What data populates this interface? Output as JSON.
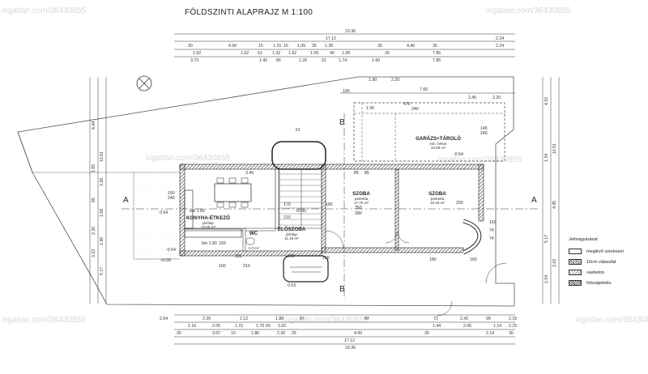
{
  "title": "FÖLDSZINTI ALAPRAJZ M 1:100",
  "watermark": "ingatlan.com/36430855",
  "rooms": {
    "kitchen": {
      "name": "KONYHA-ÉTKEZŐ",
      "floor": "járólap",
      "area": "19.88 m²"
    },
    "room1": {
      "name": "SZOBA",
      "floor": "parketta",
      "area": "17.76 m²"
    },
    "room2": {
      "name": "SZOBA",
      "floor": "parketta",
      "area": "19.29 m²"
    },
    "hall": {
      "name": "ELŐSZOBA",
      "floor": "járólap",
      "area": "11.15 m²"
    },
    "wc": {
      "name": "WC",
      "area": "2.0 m²"
    },
    "garage": {
      "name": "GARÁZS+TÁROLÓ",
      "floor": "sim. beton",
      "area": "34.69 m²"
    }
  },
  "section_marks": {
    "a": "A",
    "b": "B"
  },
  "dims_top": {
    "total1": "19.36",
    "sub1": "17.12",
    "r1c": "2.24",
    "row2": [
      "30",
      "4.90",
      "15",
      "1.15",
      "15",
      "1.05",
      "25",
      "1.38",
      "30",
      "4.40",
      "30",
      "2.24"
    ],
    "row3": [
      "2.92",
      "1.62",
      "61",
      "1.32",
      "1.62",
      "1.09",
      "40",
      "1.08",
      "30",
      "7.85"
    ],
    "row4": [
      "3.73",
      "1.42",
      "86",
      "1.26",
      "91",
      "1.74",
      "1.60",
      "7.85"
    ]
  },
  "dims_bottom": {
    "row1": [
      "2.54",
      "2.26",
      "2.12",
      "1.88",
      "97",
      "84",
      "72",
      "2.42",
      "99",
      "2.15"
    ],
    "row2": [
      "1.16",
      "2.05",
      "1.15",
      "1.70",
      "83",
      "1.02",
      "1.44",
      "2.06",
      "1.14",
      "2.15"
    ],
    "row3": [
      "30",
      "3.07",
      "10",
      "1.80",
      "2.30",
      "25",
      "4.00",
      "30",
      "2.14",
      "30"
    ],
    "total2": "17.12",
    "total1": "19.36"
  },
  "dims_left": [
    "4.44",
    "10.51",
    "1.05",
    "3.29",
    "95",
    "1.58",
    "2.30",
    "1.90",
    "3.22",
    "5.17"
  ],
  "dims_right": [
    "4.10",
    "10.51",
    "1.34",
    "4.45",
    "5.17",
    "2.62",
    "1.04"
  ],
  "dims_inner": [
    "7.65",
    "2.45",
    "2.20",
    "470",
    "240",
    "145",
    "240",
    "150",
    "240",
    "175",
    "210",
    "185",
    "350",
    "280",
    "290",
    "160",
    "74",
    "74",
    "160",
    "180",
    "160",
    "210",
    "210",
    "195",
    "1.90",
    "2.20",
    "1.90",
    "3.40",
    "85",
    "85",
    "61",
    "0.53",
    "0.54",
    "+0.00",
    "+0.00",
    "-0.54",
    "-0.54",
    "bm 1.80",
    "bm 1.85",
    "150",
    "185",
    "160",
    "185",
    "180"
  ],
  "legend": {
    "heading": "Jelmagyarázat",
    "items": [
      "meglévő szerkezet",
      "10cm válaszfal",
      "vasbeton",
      "hőszigetelés"
    ]
  }
}
